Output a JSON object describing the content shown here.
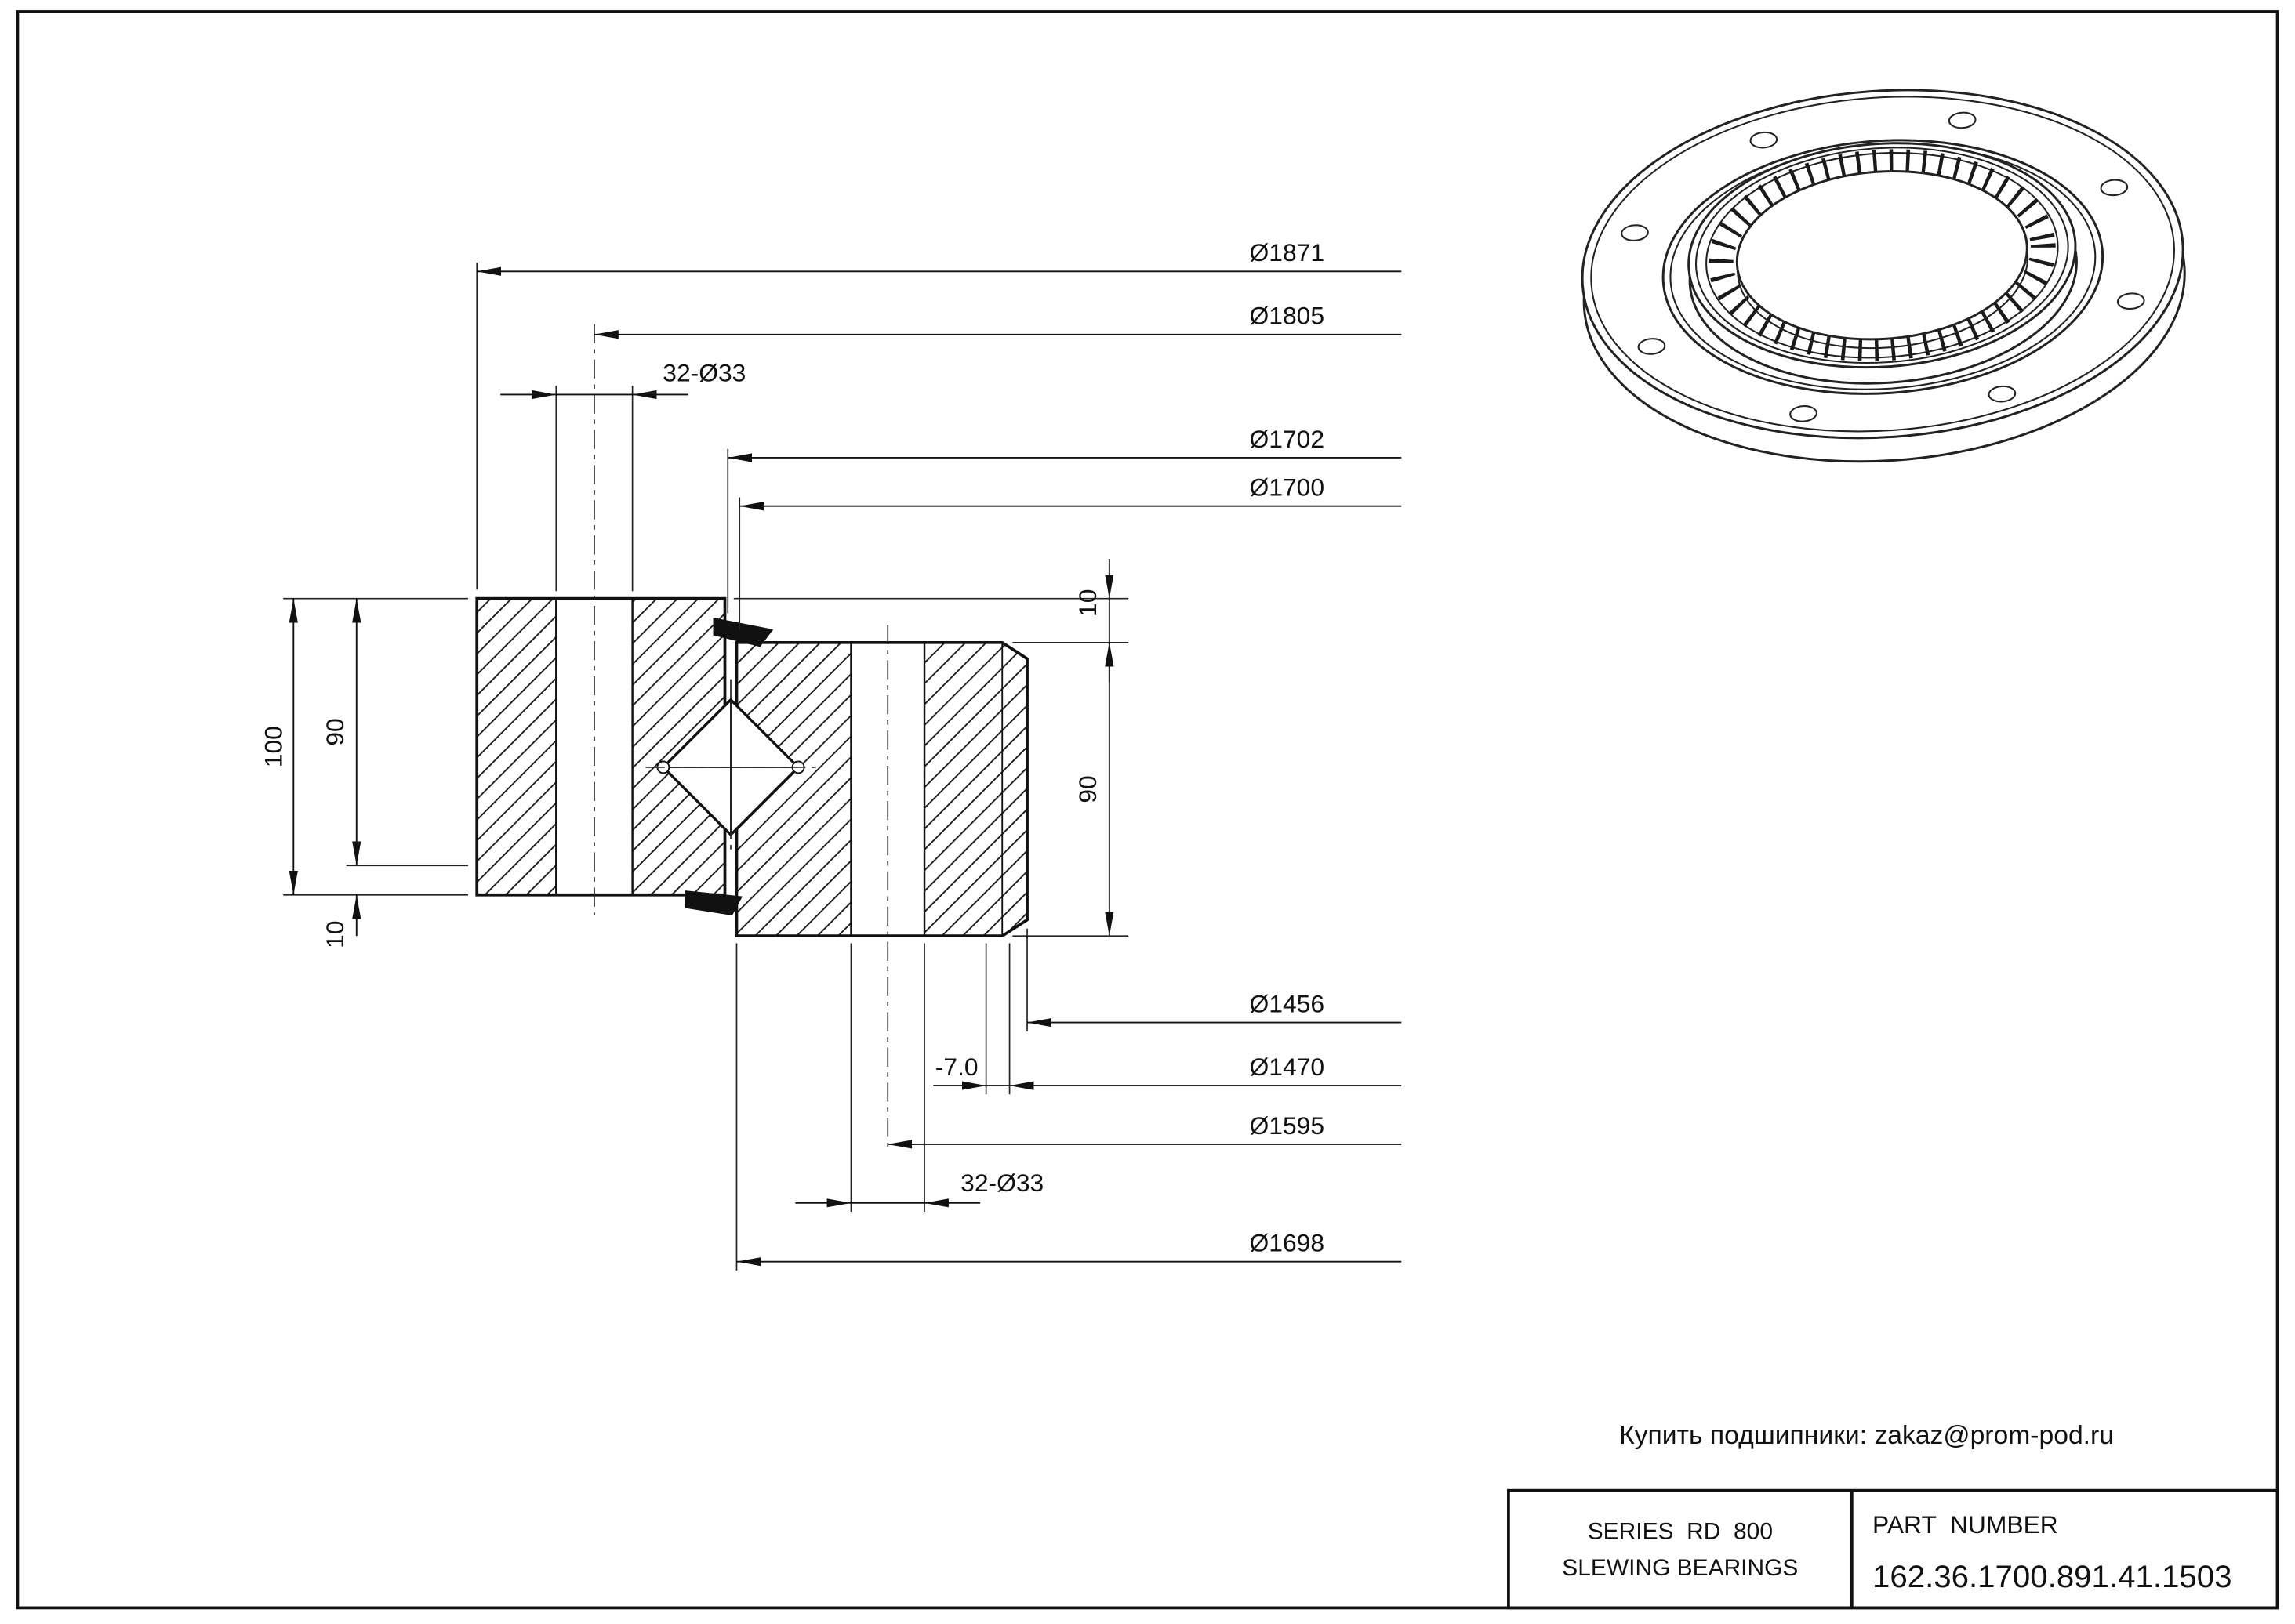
{
  "colors": {
    "background": "#ffffff",
    "line": "#1a1a1a"
  },
  "section_view": {
    "dims_top": {
      "outer_diameter": "Ø1871",
      "outer_bolt_circle": "Ø1805",
      "outer_bolt_holes": "32-Ø33",
      "raceway_upper_outer": "Ø1702",
      "raceway_upper": "Ø1700"
    },
    "dims_left": {
      "outer_ring_height": "100",
      "outer_ring_upper_height": "90",
      "outer_ring_lower_height": "10"
    },
    "dims_right": {
      "top_offset": "10",
      "inner_ring_height": "90"
    },
    "dims_bottom": {
      "gear_inner_diameter": "Ø1456",
      "gear_offset": "-7.0",
      "gear_pitch_diameter": "Ø1470",
      "inner_bolt_circle": "Ø1595",
      "inner_bolt_holes": "32-Ø33",
      "raceway_lower": "Ø1698"
    }
  },
  "contact": {
    "text": "Купить подшипники: zakaz@prom-pod.ru"
  },
  "title_block": {
    "series_line1": "SERIES  RD  800",
    "series_line2": "SLEWING BEARINGS",
    "part_number_label": "PART  NUMBER",
    "part_number": "162.36.1700.891.41.1503"
  }
}
